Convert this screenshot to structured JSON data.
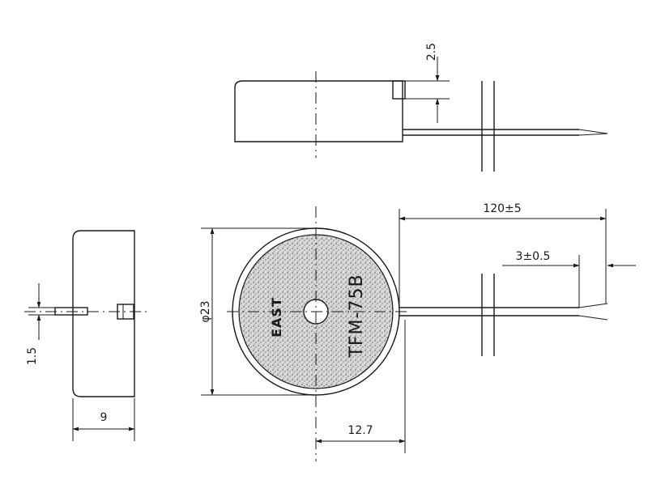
{
  "dimensions": {
    "top_height": "2.5",
    "lead_length": "120±5",
    "lead_strip": "3±0.5",
    "diameter": "φ23",
    "side_pin": "1.5",
    "side_width": "9",
    "offset": "12.7"
  },
  "part": {
    "brand": "EAST",
    "model": "TFM-75B"
  },
  "colors": {
    "line": "#1a1a1a",
    "face": "#cfcfcf"
  }
}
